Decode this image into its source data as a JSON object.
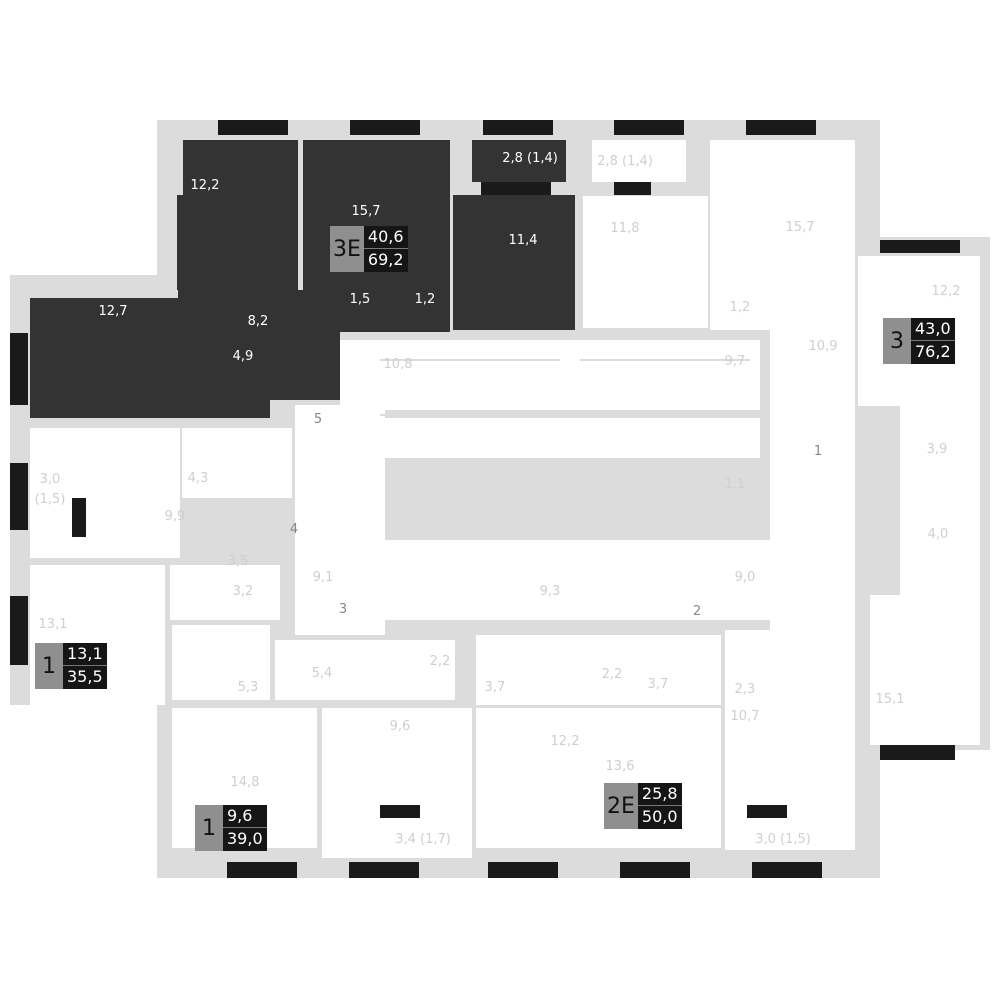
{
  "colors": {
    "wall": "#dcdcdc",
    "selected_apartment": "#333333",
    "window": "#1a1a1a",
    "badge_type": "#8f8f8f",
    "badge_value": "#151515"
  },
  "selected_apartment": {
    "type": "3Е",
    "living_area": "40,6",
    "total_area": "69,2",
    "rooms": [
      "12,2",
      "15,7",
      "12,7",
      "8,2",
      "4,9",
      "1,5",
      "1,2",
      "11,4",
      "2,8 (1,4)"
    ]
  },
  "apartments": [
    {
      "type": "3",
      "living_area": "43,0",
      "total_area": "76,2"
    },
    {
      "type": "1",
      "living_area": "13,1",
      "total_area": "35,5"
    },
    {
      "type": "1",
      "living_area": "9,6",
      "total_area": "39,0"
    },
    {
      "type": "2Е",
      "living_area": "25,8",
      "total_area": "50,0"
    }
  ],
  "rooms": [
    "2,8 (1,4)",
    "11,8",
    "15,7",
    "1,2",
    "10,8",
    "9,7",
    "10,9",
    "12,2",
    "5",
    "1",
    "1,1",
    "3,9",
    "4,0",
    "4,3",
    "3,0",
    "(1,5)",
    "9,9",
    "4",
    "3,5",
    "9,1",
    "3,2",
    "9,3",
    "9,0",
    "3",
    "2",
    "13,1",
    "5,3",
    "5,4",
    "2,2",
    "3,7",
    "2,2",
    "3,7",
    "2,3",
    "15,1",
    "9,6",
    "12,2",
    "10,7",
    "13,6",
    "14,8",
    "3,4 (1,7)",
    "3,0 (1,5)"
  ]
}
